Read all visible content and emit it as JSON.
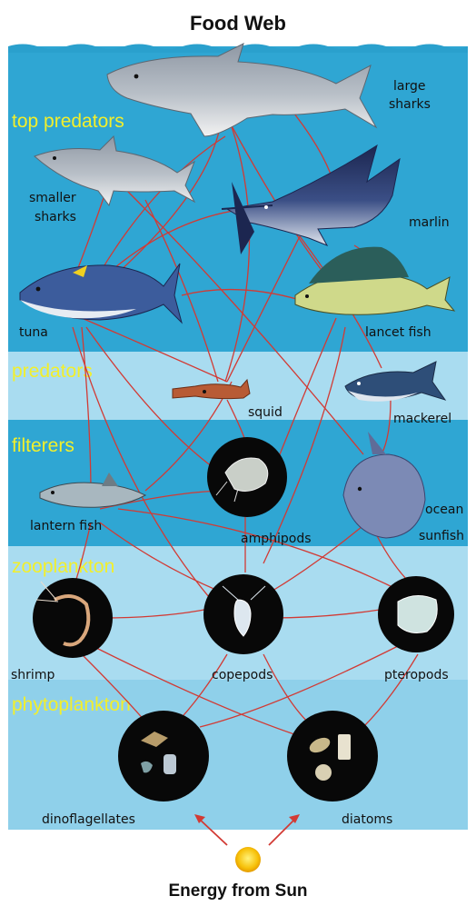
{
  "title": "Food Web",
  "footer": "Energy from Sun",
  "colors": {
    "ocean_deep": "#2fa6d3",
    "ocean_light": "#8fd0ea",
    "band_light": "#a9dcf0",
    "link_red": "#d23a34",
    "tier_label": "#f2ef2b",
    "sun": "#f7c10a"
  },
  "tiers": [
    {
      "id": "top",
      "label": "top predators"
    },
    {
      "id": "pred",
      "label": "predators"
    },
    {
      "id": "filt",
      "label": "filterers"
    },
    {
      "id": "zoo",
      "label": "zooplankton"
    },
    {
      "id": "phyto",
      "label": "phytoplankton"
    }
  ],
  "organisms": {
    "large_sharks": [
      "large",
      "sharks"
    ],
    "smaller_sharks": [
      "smaller",
      "sharks"
    ],
    "marlin": [
      "marlin"
    ],
    "tuna": [
      "tuna"
    ],
    "lancet_fish": [
      "lancet fish"
    ],
    "squid": [
      "squid"
    ],
    "mackerel": [
      "mackerel"
    ],
    "lantern_fish": [
      "lantern fish"
    ],
    "amphipods": [
      "amphipods"
    ],
    "ocean_sunfish": [
      "ocean",
      "sunfish"
    ],
    "shrimp": [
      "shrimp"
    ],
    "copepods": [
      "copepods"
    ],
    "pteropods": [
      "pteropods"
    ],
    "dinoflagellates": [
      "dinoflagellates"
    ],
    "diatoms": [
      "diatoms"
    ]
  },
  "icons": {
    "shark": "shark-icon",
    "marlin": "marlin-icon",
    "fish": "fish-icon",
    "squid": "squid-icon",
    "plankton": "plankton-icon",
    "sun": "sun-icon"
  }
}
